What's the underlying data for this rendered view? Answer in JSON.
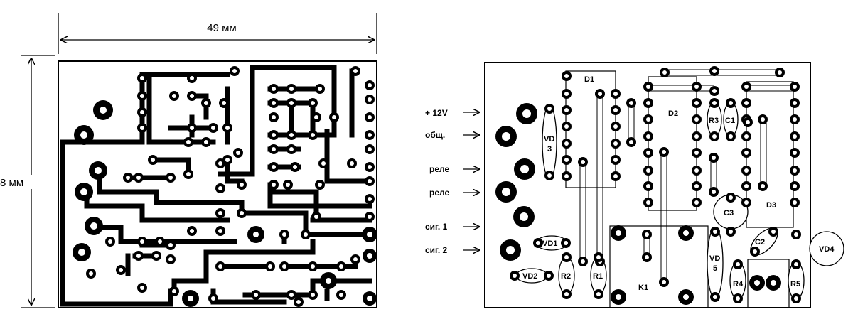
{
  "dimensions": {
    "width_label": "49 мм",
    "height_label": "8 мм"
  },
  "connectors": [
    {
      "label": "+ 12V"
    },
    {
      "label": "общ."
    },
    {
      "label": "реле"
    },
    {
      "label": "реле"
    },
    {
      "label": "сиг. 1"
    },
    {
      "label": "сиг. 2"
    }
  ],
  "components": {
    "D1": "D1",
    "D2": "D2",
    "D3": "D3",
    "R1": "R1",
    "R2": "R2",
    "R3": "R3",
    "R4": "R4",
    "R5": "R5",
    "C1": "C1",
    "C2": "C2",
    "C3": "C3",
    "K1": "K1",
    "VD1": "VD1",
    "VD2": "VD2",
    "VD3_a": "VD",
    "VD3_b": "3",
    "VD4": "VD4",
    "VD5_a": "VD",
    "VD5_b": "5"
  }
}
